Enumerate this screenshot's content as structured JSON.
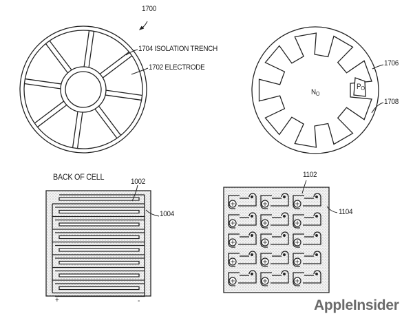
{
  "figures": {
    "wheel": {
      "ref": "1700",
      "trench_label": "1704 ISOLATION TRENCH",
      "electrode_label": "1702 ELECTRODE"
    },
    "gear": {
      "n_label": "N",
      "n_sub": "O",
      "p_label": "P",
      "p_sub": "O",
      "ref_outer": "1706",
      "ref_inner": "1708"
    },
    "back_of_cell": {
      "title": "BACK OF CELL",
      "ref_a": "1002",
      "ref_b": "1004",
      "plus": "+",
      "minus": "-"
    },
    "grid": {
      "ref_a": "1102",
      "ref_b": "1104"
    }
  },
  "watermark": "AppleInsider",
  "colors": {
    "line": "#222222",
    "stipple": "#cfcfcf",
    "watermark": "#6a6a6a"
  }
}
